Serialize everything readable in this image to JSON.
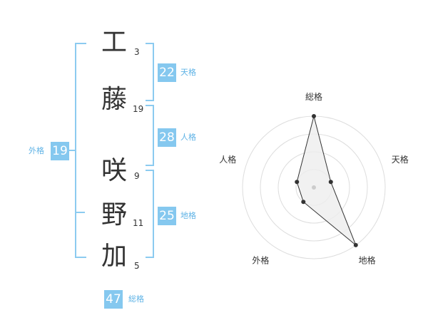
{
  "name_chars": [
    {
      "char": "工",
      "strokes": "3"
    },
    {
      "char": "藤",
      "strokes": "19"
    },
    {
      "char": "咲",
      "strokes": "9"
    },
    {
      "char": "野",
      "strokes": "11"
    },
    {
      "char": "加",
      "strokes": "5"
    }
  ],
  "fortunes": {
    "tenkaku": {
      "label": "天格",
      "value": "22"
    },
    "jinkaku": {
      "label": "人格",
      "value": "28"
    },
    "chikaku": {
      "label": "地格",
      "value": "25"
    },
    "gaikaku": {
      "label": "外格",
      "value": "19"
    },
    "soukaku": {
      "label": "総格",
      "value": "47"
    }
  },
  "chart_data": {
    "type": "radar",
    "axes": [
      "総格",
      "天格",
      "地格",
      "外格",
      "人格"
    ],
    "values": [
      4,
      1,
      4,
      1,
      1
    ],
    "rmax": 4,
    "rings": 4,
    "colors": {
      "fill": "#eeeeee",
      "stroke": "#333333",
      "ring": "#dddddd",
      "center": "#cccccc"
    }
  }
}
